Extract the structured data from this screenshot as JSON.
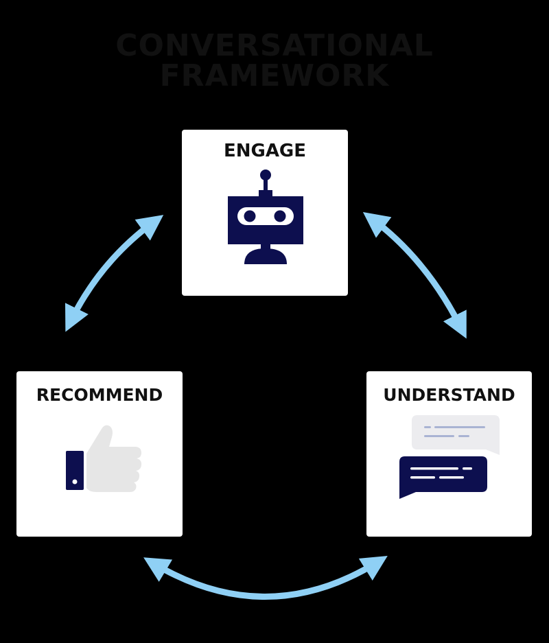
{
  "title": {
    "line1": "CONVERSATIONAL",
    "line2": "FRAMEWORK"
  },
  "nodes": {
    "engage": {
      "label": "ENGAGE",
      "icon": "robot-icon"
    },
    "recommend": {
      "label": "RECOMMEND",
      "icon": "thumbs-up-icon"
    },
    "understand": {
      "label": "UNDERSTAND",
      "icon": "chat-bubbles-icon"
    }
  },
  "colors": {
    "background": "#000000",
    "card": "#ffffff",
    "arrow": "#8fd0f5",
    "navy": "#0d0f4f",
    "light_gray": "#e6e6e6",
    "bubble_line": "#a9b3d3"
  }
}
